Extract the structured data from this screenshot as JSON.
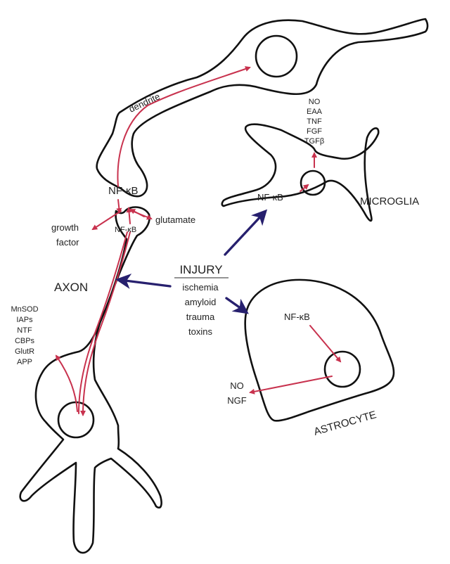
{
  "diagram": {
    "title": "NF-κB signaling in neural cells after injury",
    "colors": {
      "outline": "#111111",
      "signal_arrow": "#c8324e",
      "injury_arrow": "#27206e",
      "text": "#222222"
    },
    "labels": {
      "dendrite": "dendrite",
      "presynaptic_nfkb": "NF-κB",
      "postsynaptic_nfkb": "NF-κB",
      "glutamate": "glutamate",
      "growth_factor_line1": "growth",
      "growth_factor_line2": "factor",
      "axon": "AXON",
      "microglia": "MICROGLIA",
      "microglia_nfkb": "NF-κB",
      "astrocyte": "ASTROCYTE",
      "astrocyte_nfkb": "NF-κB"
    },
    "microglia_products": [
      "NO",
      "EAA",
      "TNF",
      "FGF",
      "TGFβ"
    ],
    "neuron_gene_products": [
      "MnSOD",
      "IAPs",
      "NTF",
      "CBPs",
      "GlutR",
      "APP"
    ],
    "astrocyte_products": [
      "NO",
      "NGF"
    ],
    "injury": {
      "heading": "INJURY",
      "causes": [
        "ischemia",
        "amyloid",
        "trauma",
        "toxins"
      ]
    }
  }
}
